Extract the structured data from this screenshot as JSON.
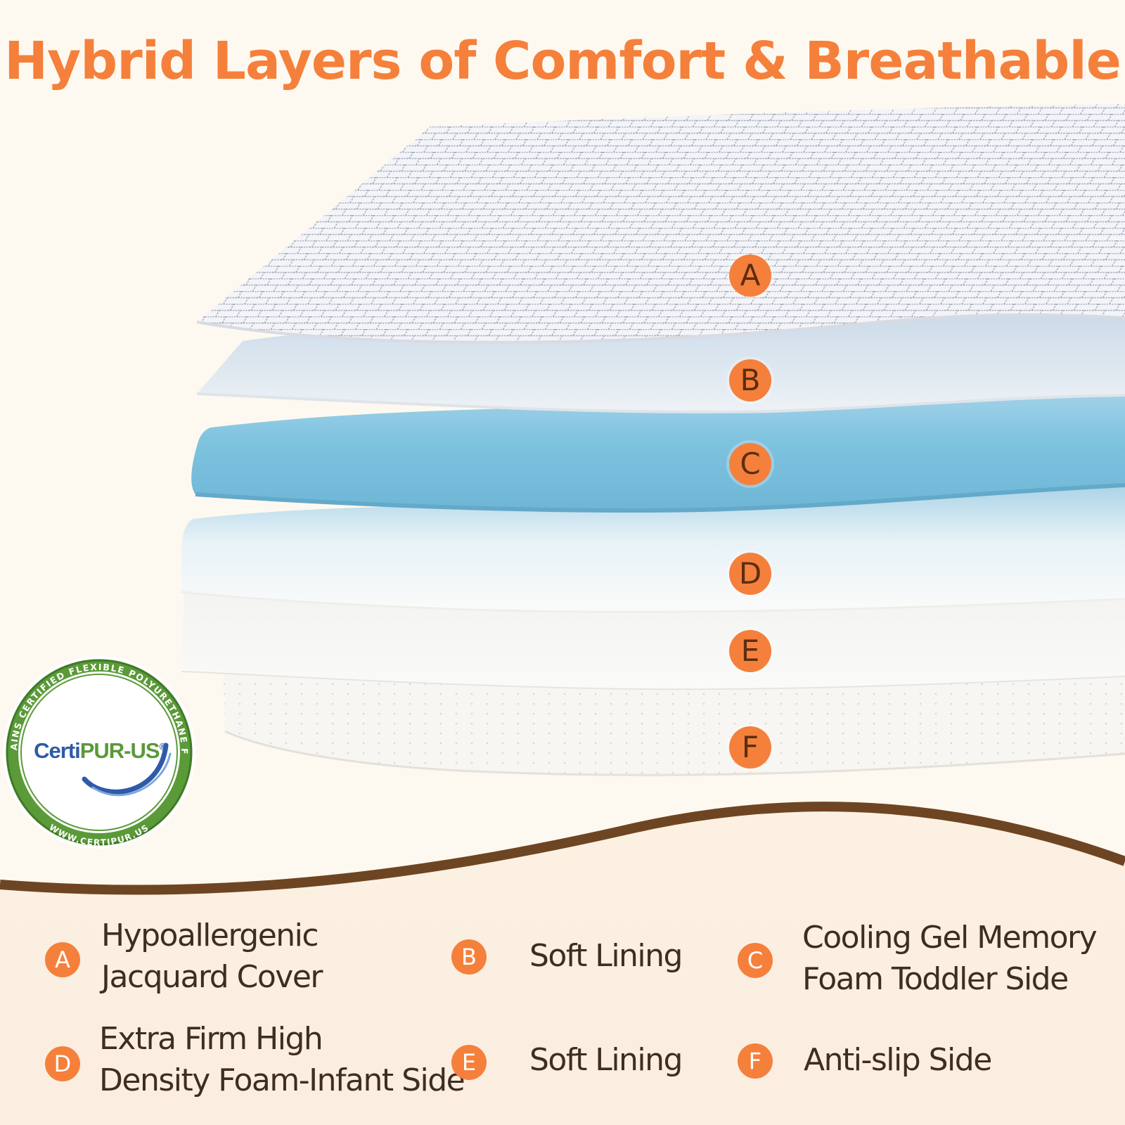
{
  "title": "Hybrid Layers of Comfort & Breathable",
  "colors": {
    "accent": "#f5803b",
    "brown": "#6e4522",
    "text": "#3e2d22",
    "panel": "#fbf0e2",
    "background": "#fdf9f0",
    "foam_blue": "#86c7e3",
    "badge_green": "#5a9a38",
    "badge_blue": "#2f5aa8"
  },
  "layer_markers": [
    "A",
    "B",
    "C",
    "D",
    "E",
    "F"
  ],
  "legend": [
    {
      "letter": "A",
      "lines": [
        "Hypoallergenic",
        "Jacquard Cover"
      ]
    },
    {
      "letter": "B",
      "lines": [
        "Soft Lining"
      ]
    },
    {
      "letter": "C",
      "lines": [
        "Cooling Gel Memory",
        "Foam Toddler Side"
      ]
    },
    {
      "letter": "D",
      "lines": [
        "Extra Firm High",
        "Density Foam-Infant Side"
      ]
    },
    {
      "letter": "E",
      "lines": [
        "Soft Lining"
      ]
    },
    {
      "letter": "F",
      "lines": [
        "Anti-slip Side"
      ]
    }
  ],
  "badge": {
    "brand": "CertiPUR-US",
    "brand_prefix": "Certi",
    "brand_suffix": "PUR-US",
    "registered_mark": "®",
    "ring_text": "CONTAINS CERTIFIED FLEXIBLE POLYURETHANE FOAM",
    "website": "WWW.CERTIPUR.US"
  }
}
